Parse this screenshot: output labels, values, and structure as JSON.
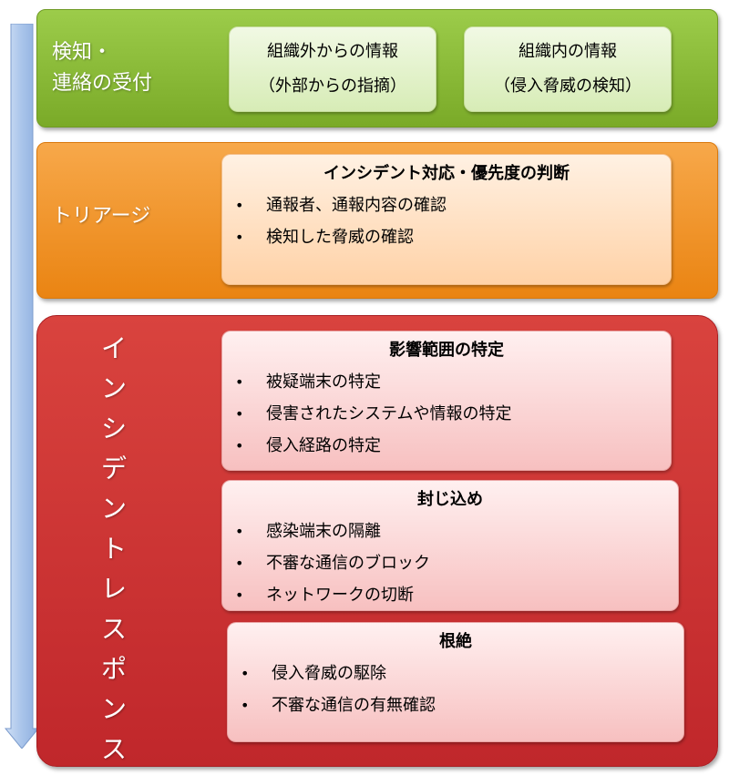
{
  "detection": {
    "title_line1": "検知・",
    "title_line2": "連絡の受付",
    "external": {
      "line1": "組織外からの情報",
      "line2": "（外部からの指摘）"
    },
    "internal": {
      "line1": "組織内の情報",
      "line2": "（侵入脅威の検知）"
    }
  },
  "triage": {
    "title": "トリアージ",
    "heading": "インシデント対応・優先度の判断",
    "items": [
      "通報者、通報内容の確認",
      "検知した脅威の確認"
    ]
  },
  "response": {
    "title_chars": [
      "イ",
      "ン",
      "シ",
      "デ",
      "ン",
      "ト",
      "レ",
      "ス",
      "ポ",
      "ン",
      "ス"
    ],
    "scope": {
      "heading": "影響範囲の特定",
      "items": [
        "被疑端末の特定",
        "侵害されたシステムや情報の特定",
        "侵入経路の特定"
      ]
    },
    "containment": {
      "heading": "封じ込め",
      "items": [
        "感染端末の隔離",
        "不審な通信のブロック",
        "ネットワークの切断"
      ]
    },
    "eradication": {
      "heading": "根絶",
      "items": [
        "侵入脅威の駆除",
        "不審な通信の有無確認"
      ]
    }
  },
  "colors": {
    "detection_band": "#8bbd39",
    "triage_band": "#f0961f",
    "response_band": "#c9302f",
    "flow_arrow": "#a9c4ea"
  }
}
